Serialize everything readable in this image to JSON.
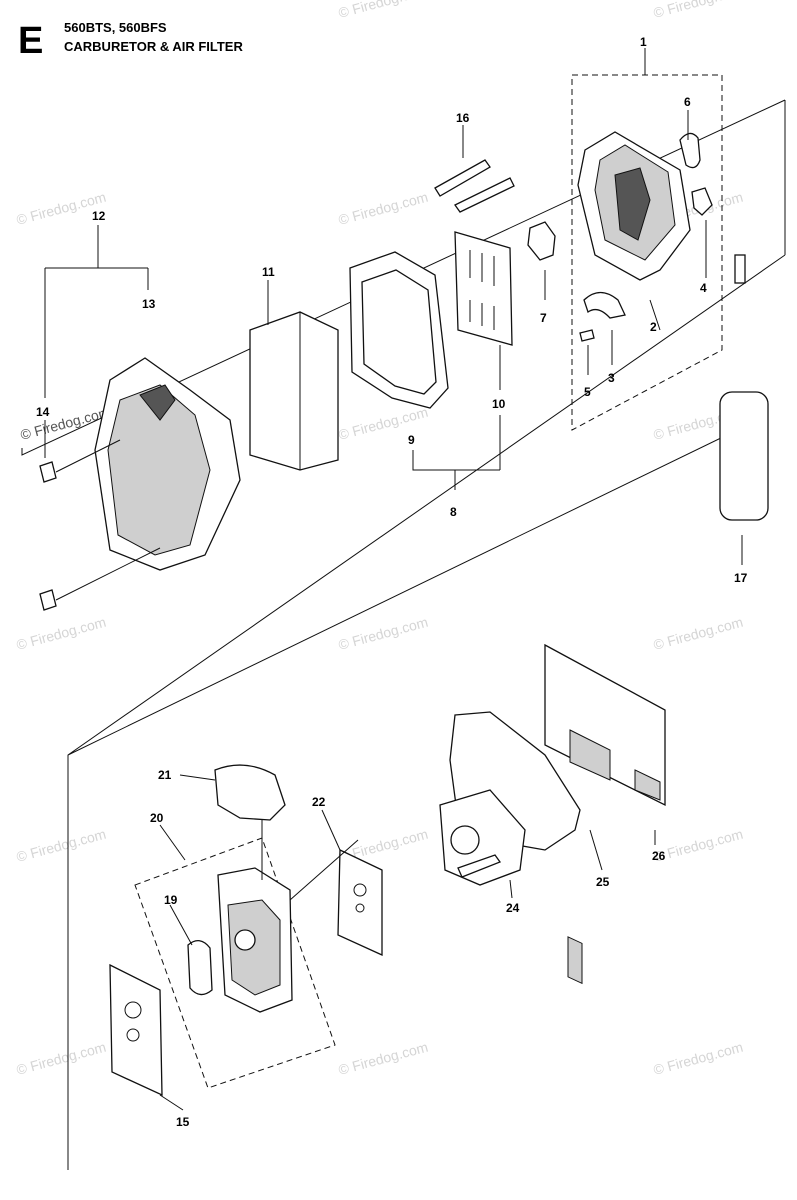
{
  "header": {
    "section_letter": "E",
    "models": "560BTS, 560BFS",
    "title": "CARBURETOR & AIR FILTER"
  },
  "watermark": "© Firedog.com",
  "callouts": [
    "1",
    "2",
    "3",
    "4",
    "5",
    "6",
    "7",
    "8",
    "9",
    "10",
    "11",
    "12",
    "13",
    "14",
    "15",
    "16",
    "17",
    "19",
    "20",
    "21",
    "22",
    "24",
    "25",
    "26"
  ]
}
